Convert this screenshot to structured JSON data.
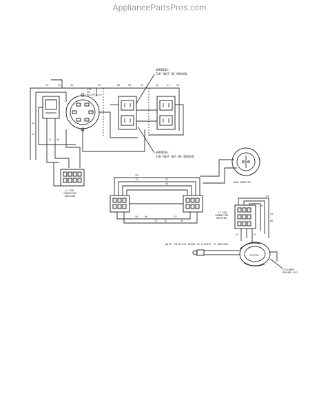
{
  "watermark": "AppliancePartsPros.com",
  "warning_top": {
    "title": "WARNING:",
    "text": "TAB MUST BE BROKEN"
  },
  "warning_bottom": {
    "title": "WARNING:",
    "text": "TAB MUST NOT BE BROKEN"
  },
  "receptacle_label": [
    "L14",
    "30",
    "RECEPTACLE"
  ],
  "connector_housing_label": [
    "12 PIN",
    "CONNECTOR",
    "HOUSING"
  ],
  "load_monitor_label": "LOAD MONITOR",
  "connector_housing_right_label": [
    "12 PIN",
    "CONNECTOR",
    "HOUSING"
  ],
  "note": "NOTE: POSITIVE BRUSH IS CLOSEST TO BEARING",
  "stator_label": "STATOR",
  "ground_label": [
    "CUSTOMER",
    "GROUND LUG"
  ],
  "wire_numbers": {
    "top": [
      "11",
      "22",
      "44",
      "33",
      "66",
      "55",
      "22",
      "44",
      "11",
      "33"
    ],
    "left": [
      "44",
      "22",
      "11",
      "33"
    ],
    "mid": [
      "33",
      "11",
      "22",
      "44"
    ],
    "bottom": [
      "55",
      "66",
      "11",
      "22",
      "33",
      "44"
    ],
    "right": [
      "33",
      "44",
      "55",
      "66",
      "11",
      "22"
    ]
  }
}
